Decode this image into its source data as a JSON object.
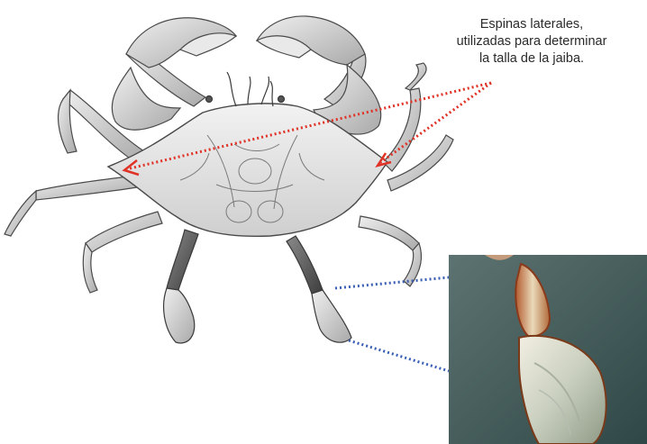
{
  "annotation": {
    "lines": [
      "Espinas laterales,",
      "utilizadas para determinar",
      "la talla de la jaiba."
    ]
  },
  "colors": {
    "red_pointer": "#e03226",
    "blue_pointer": "#3a5fb5",
    "photo_background": "#3f5a5a",
    "crab_fill": "#e6e6e6",
    "crab_stroke": "#4a4a4a"
  },
  "illustration": {
    "subject": "crab-drawing",
    "inset_subject": "crab-swimming-paddle-photo"
  }
}
